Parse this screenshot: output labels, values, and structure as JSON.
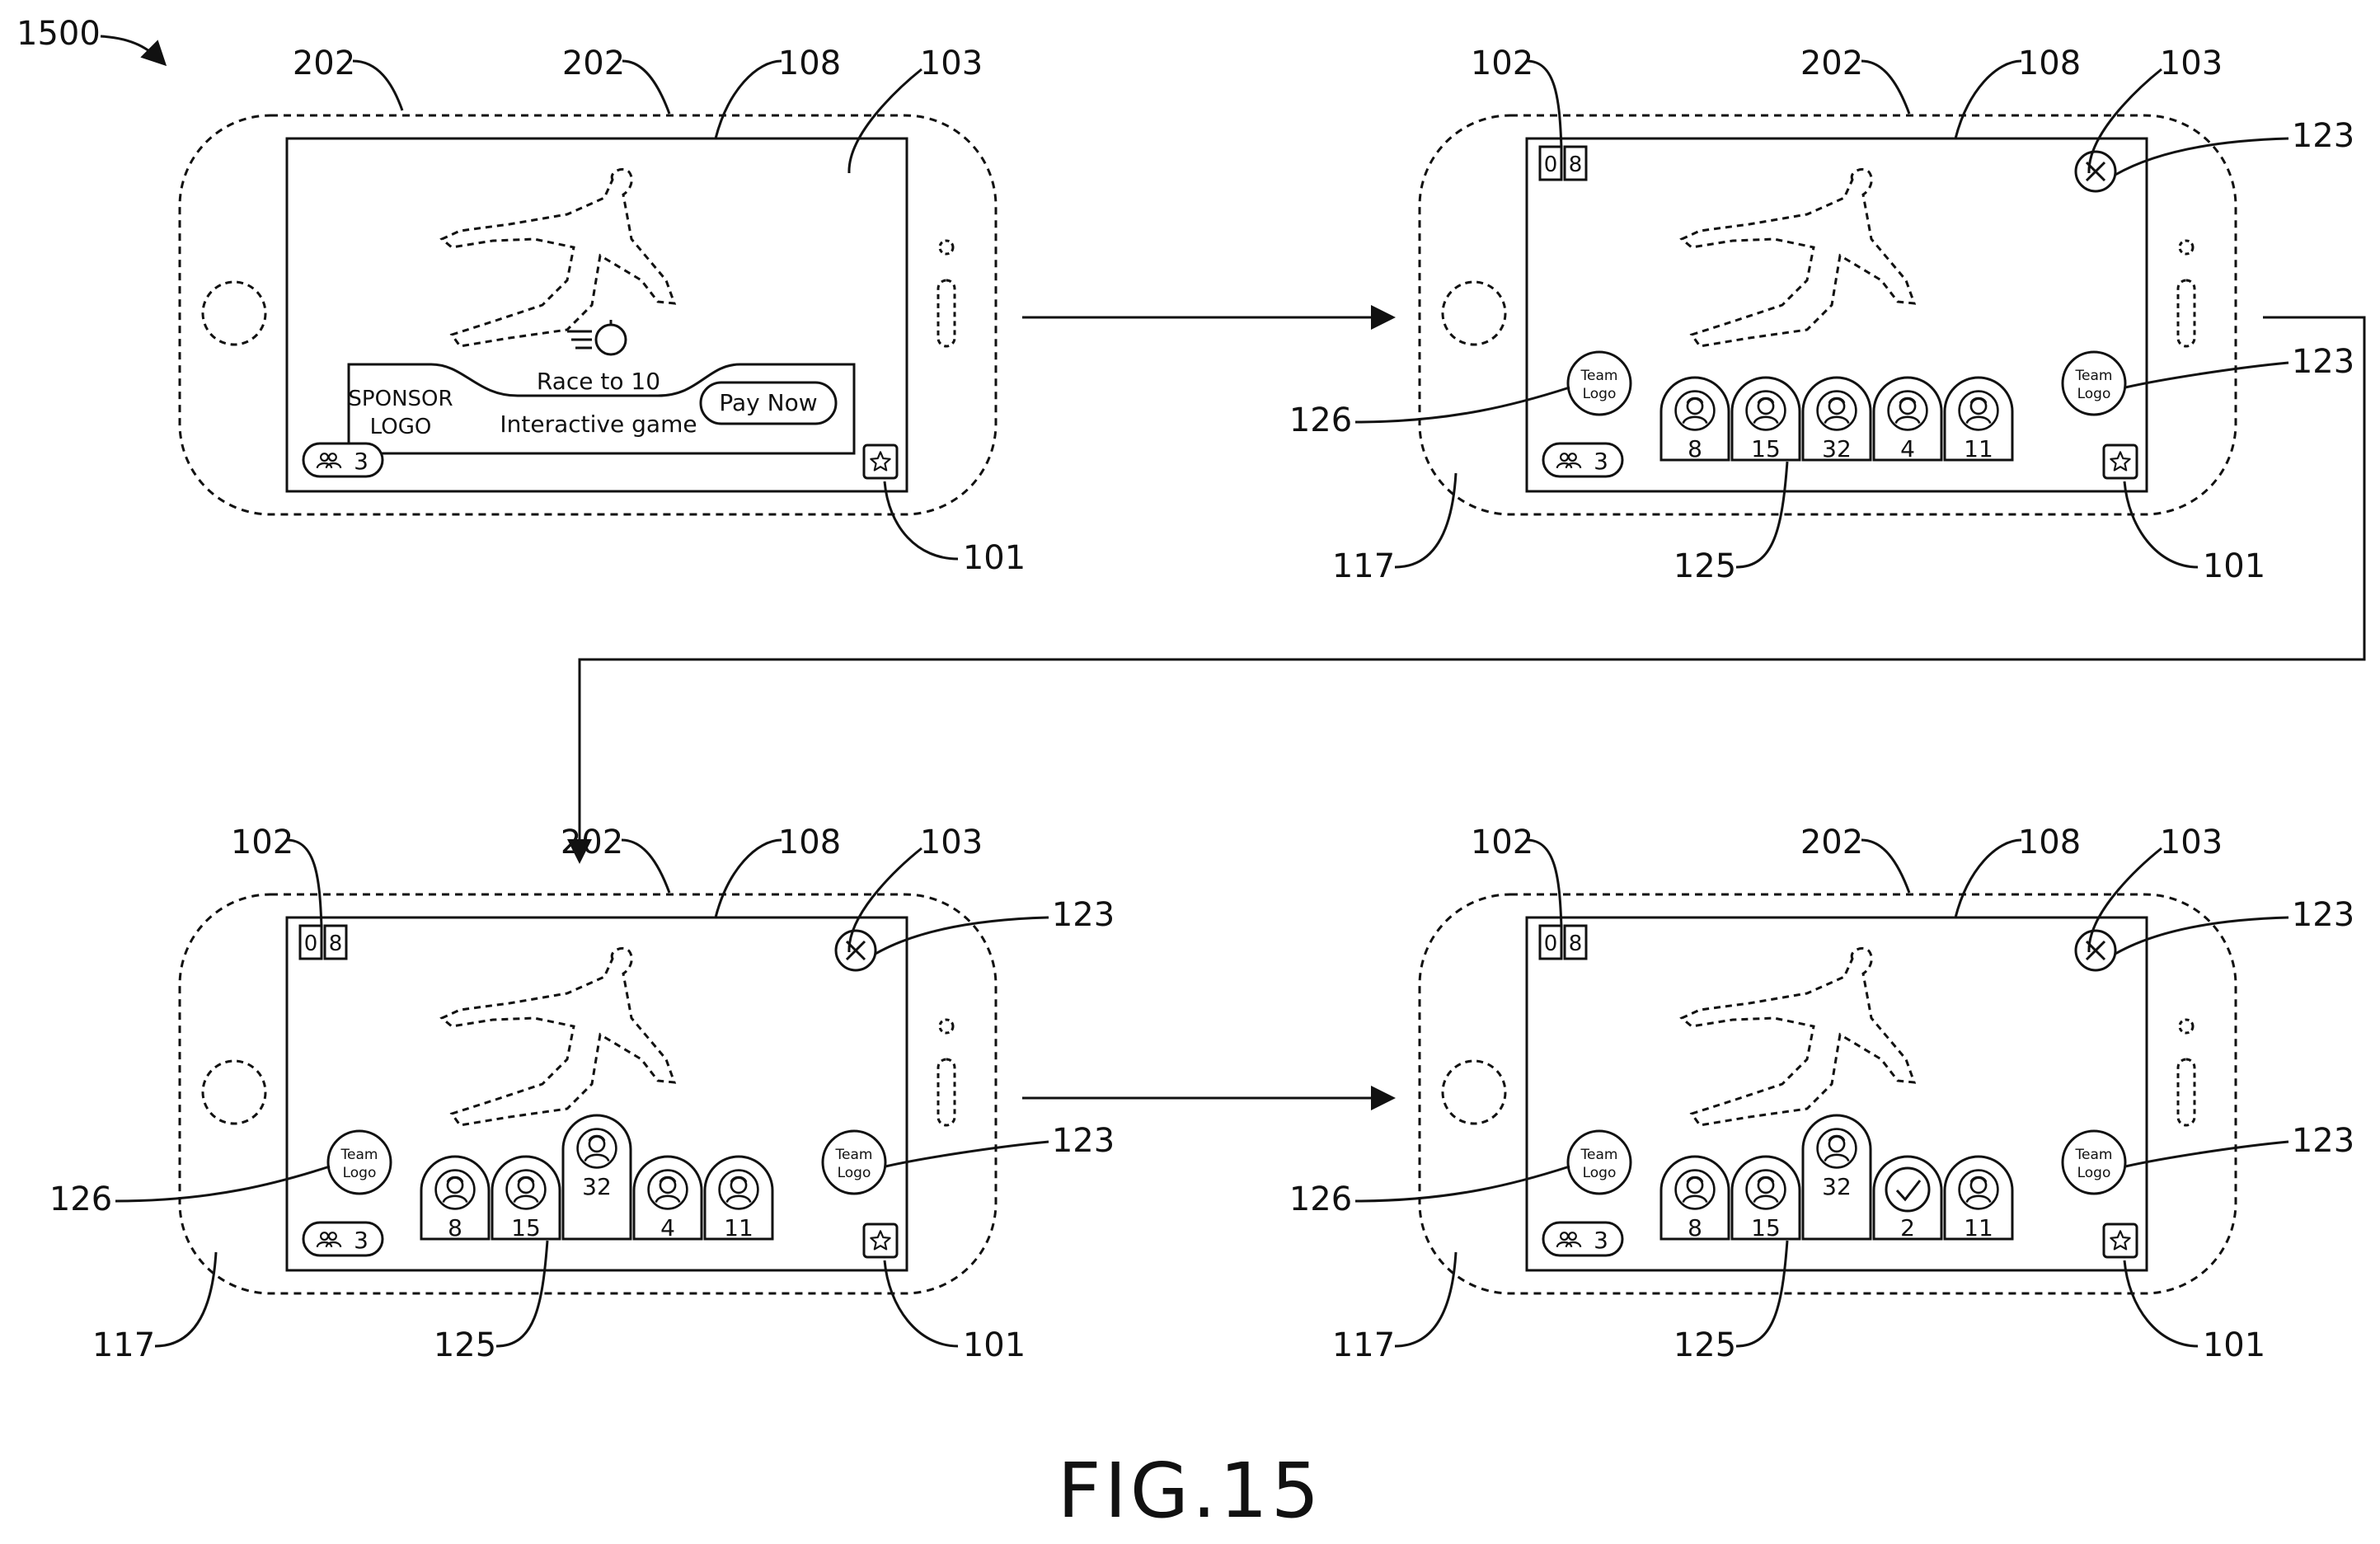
{
  "figure": {
    "title": "FIG.15",
    "ref_main": "1500"
  },
  "panels": [
    {
      "id": "p1",
      "callouts": [
        "202",
        "202",
        "108",
        "103",
        "101"
      ],
      "banner": {
        "sponsor_line1": "SPONSOR",
        "sponsor_line2": "LOGO",
        "title": "Race to 10",
        "subtitle": "Interactive game",
        "button": "Pay Now"
      },
      "viewers": "3"
    },
    {
      "id": "p2",
      "callouts": [
        "102",
        "202",
        "108",
        "103",
        "123",
        "123",
        "126",
        "117",
        "125",
        "101"
      ],
      "score": [
        "0",
        "8"
      ],
      "team_logo": [
        "Team",
        "Logo"
      ],
      "viewers": "3",
      "players": [
        "8",
        "15",
        "32",
        "4",
        "11"
      ]
    },
    {
      "id": "p3",
      "callouts": [
        "102",
        "202",
        "108",
        "103",
        "123",
        "123",
        "126",
        "117",
        "125",
        "101"
      ],
      "score": [
        "0",
        "8"
      ],
      "team_logo": [
        "Team",
        "Logo"
      ],
      "viewers": "3",
      "players": [
        "8",
        "15",
        "32",
        "4",
        "11"
      ],
      "selected_index": 2
    },
    {
      "id": "p4",
      "callouts": [
        "102",
        "202",
        "108",
        "103",
        "123",
        "123",
        "126",
        "117",
        "125",
        "101"
      ],
      "score": [
        "0",
        "8"
      ],
      "team_logo": [
        "Team",
        "Logo"
      ],
      "viewers": "3",
      "players": [
        "8",
        "15",
        "32",
        "2",
        "11"
      ],
      "selected_index": 2,
      "checked_index": 3
    }
  ]
}
